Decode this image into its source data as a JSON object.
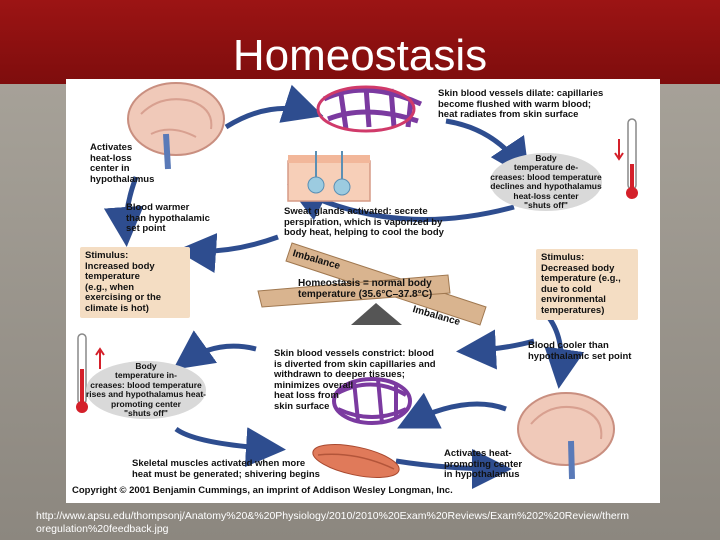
{
  "slide": {
    "title": "Homeostasis",
    "source_url": "http://www.apsu.edu/thompsonj/Anatomy%20&%20Physiology/2010/2010%20Exam%20Reviews/Exam%202%20Review/therm\noregulation%20feedback.jpg"
  },
  "figure": {
    "skin_dilate": "Skin blood vessels dilate: capillaries\nbecome flushed with warm blood;\nheat radiates from skin surface",
    "activates_heat_loss": "Activates\nheat-loss\ncenter in\nhypothalamus",
    "body_temp_decreases": "Body\ntemperature de-\ncreases: blood temperature\ndeclines and hypothalamus\nheat-loss center\n\"shuts off\"",
    "blood_warmer": "Blood warmer\nthan hypothalamic\nset point",
    "sweat_glands": "Sweat glands activated: secrete\nperspiration, which is vaporized by\nbody heat, helping to cool the body",
    "stimulus_increased": "Stimulus:\nIncreased body\ntemperature\n(e.g., when\nexercising or the\nclimate is hot)",
    "stimulus_decreased": "Stimulus:\nDecreased body\ntemperature (e.g.,\ndue to cold\nenvironmental\ntemperatures)",
    "imbalance_top": "Imbalance",
    "imbalance_bottom": "Imbalance",
    "homeostasis_line1": "Homeostasis = normal body",
    "homeostasis_line2": "temperature (35.6°C–37.8°C)",
    "blood_cooler": "Blood cooler than\nhypothalamic set point",
    "skin_constrict": "Skin blood vessels constrict: blood\nis diverted from skin capillaries and\nwithdrawn to deeper tissues;\nminimizes overall\nheat loss from\nskin surface",
    "body_temp_increases": "Body\ntemperature in-\ncreases: blood temperature\nrises and hypothalamus heat-\npromoting center\n\"shuts off\"",
    "skeletal_muscles": "Skeletal muscles activated when more\nheat must be generated; shivering begins",
    "activates_heat_promoting": "Activates heat-\npromoting center\nin hypothalamus",
    "copyright": "Copyright © 2001 Benjamin Cummings, an imprint of Addison Wesley Longman, Inc."
  },
  "icons": [
    "brain-icon",
    "blood-vessel-icon",
    "sweat-gland-icon",
    "muscle-icon",
    "thermometer-icon",
    "arrow-icon",
    "seesaw-icon"
  ],
  "colors": {
    "banner": "#8e1111",
    "arrow": "#2e4d8f",
    "stimulus_box": "#f4ddc3",
    "bubble": "#d9d9d9",
    "vessel": "#7b3aa0",
    "thermometer_red": "#d4202a"
  }
}
